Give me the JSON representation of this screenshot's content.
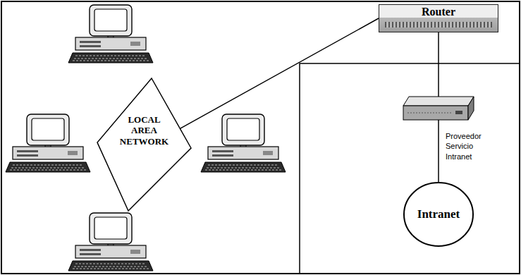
{
  "diagram": {
    "nodes": [
      {
        "text": [
          "Router"
        ]
      },
      {
        "text": [
          "LOCAL AREA NETWORK"
        ]
      },
      {
        "text": [
          "Intranet"
        ]
      }
    ],
    "edges": [
      {
        "from": 1,
        "to": 0,
        "arrow": "none"
      },
      {
        "from": 0,
        "to": 2,
        "arrow": "none",
        "label": "Proveedor Servicio Intranet"
      }
    ]
  }
}
